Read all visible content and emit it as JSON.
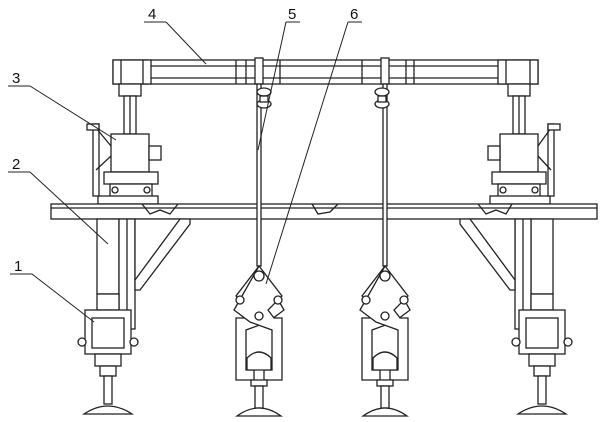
{
  "labels": [
    {
      "id": "rail-clamp-assembly",
      "text": "1"
    },
    {
      "id": "support-column",
      "text": "2"
    },
    {
      "id": "lifting-jack",
      "text": "3"
    },
    {
      "id": "top-crossbeam",
      "text": "4"
    },
    {
      "id": "hanger-rod",
      "text": "5"
    },
    {
      "id": "rail-tongs",
      "text": "6"
    }
  ]
}
